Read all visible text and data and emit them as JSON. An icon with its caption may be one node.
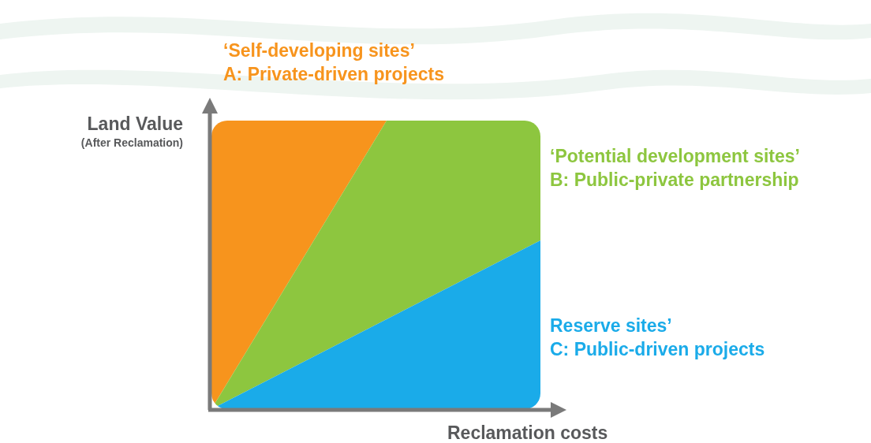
{
  "diagram": {
    "labels": [
      "‘Self-developing sites’",
      "A: Private-driven projects",
      "Land Value",
      "(After Reclamation)",
      "‘Potential development sites’",
      "B: Public-private partnership",
      "Reserve sites’",
      "C: Public-driven projects",
      "Reclamation costs"
    ]
  }
}
